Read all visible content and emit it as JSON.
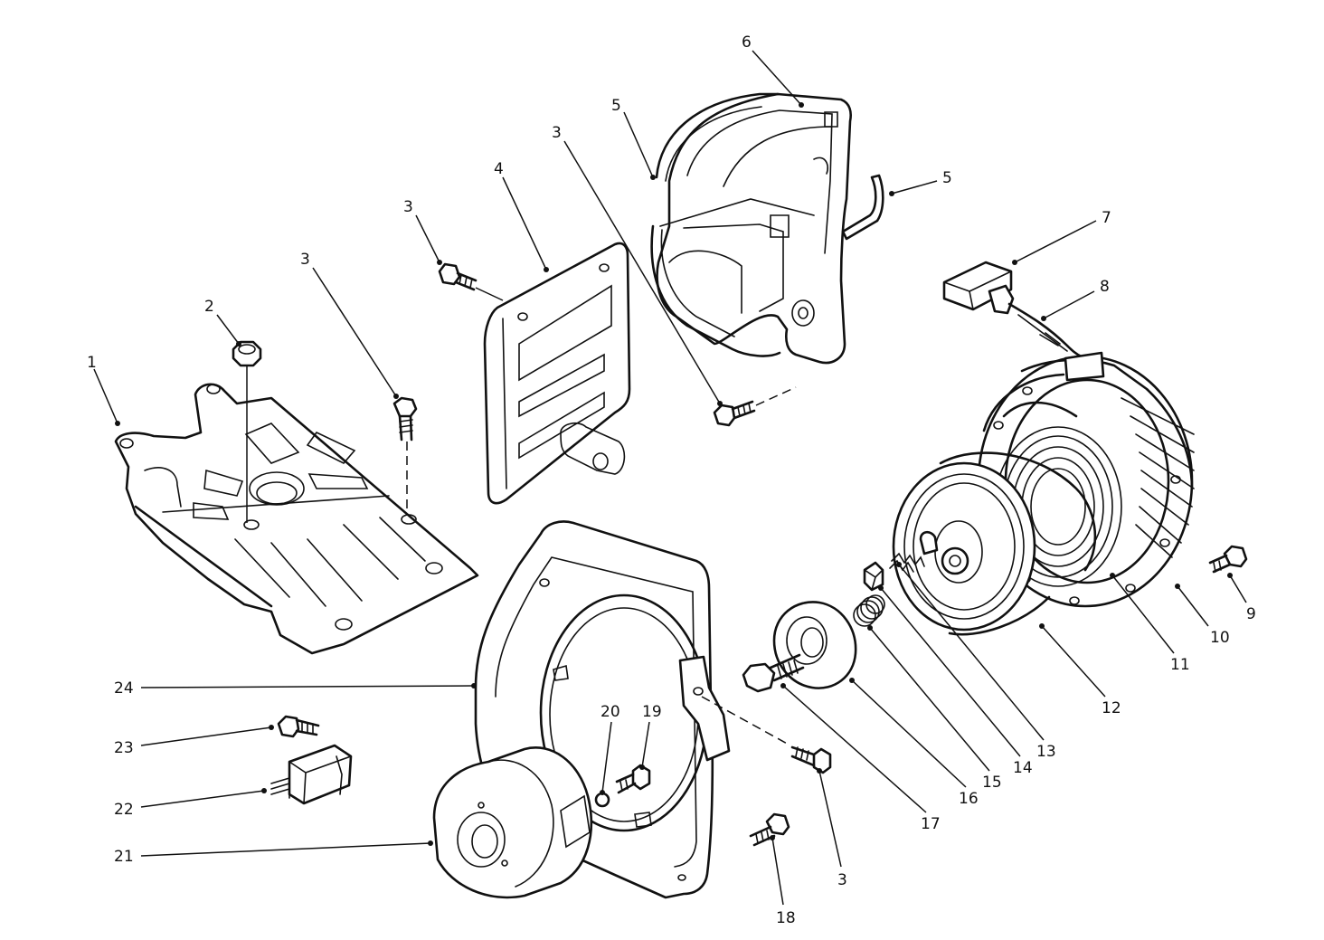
{
  "callouts": [
    {
      "id": "c1",
      "label": "1"
    },
    {
      "id": "c2",
      "label": "2"
    },
    {
      "id": "c3a",
      "label": "3"
    },
    {
      "id": "c3b",
      "label": "3"
    },
    {
      "id": "c3c",
      "label": "3"
    },
    {
      "id": "c3d",
      "label": "3"
    },
    {
      "id": "c4",
      "label": "4"
    },
    {
      "id": "c5a",
      "label": "5"
    },
    {
      "id": "c5b",
      "label": "5"
    },
    {
      "id": "c6",
      "label": "6"
    },
    {
      "id": "c7",
      "label": "7"
    },
    {
      "id": "c8",
      "label": "8"
    },
    {
      "id": "c9",
      "label": "9"
    },
    {
      "id": "c10",
      "label": "10"
    },
    {
      "id": "c11",
      "label": "11"
    },
    {
      "id": "c12",
      "label": "12"
    },
    {
      "id": "c13",
      "label": "13"
    },
    {
      "id": "c14",
      "label": "14"
    },
    {
      "id": "c15",
      "label": "15"
    },
    {
      "id": "c16",
      "label": "16"
    },
    {
      "id": "c17",
      "label": "17"
    },
    {
      "id": "c18",
      "label": "18"
    },
    {
      "id": "c19",
      "label": "19"
    },
    {
      "id": "c20",
      "label": "20"
    },
    {
      "id": "c21",
      "label": "21"
    },
    {
      "id": "c22",
      "label": "22"
    },
    {
      "id": "c23",
      "label": "23"
    },
    {
      "id": "c24",
      "label": "24"
    }
  ]
}
